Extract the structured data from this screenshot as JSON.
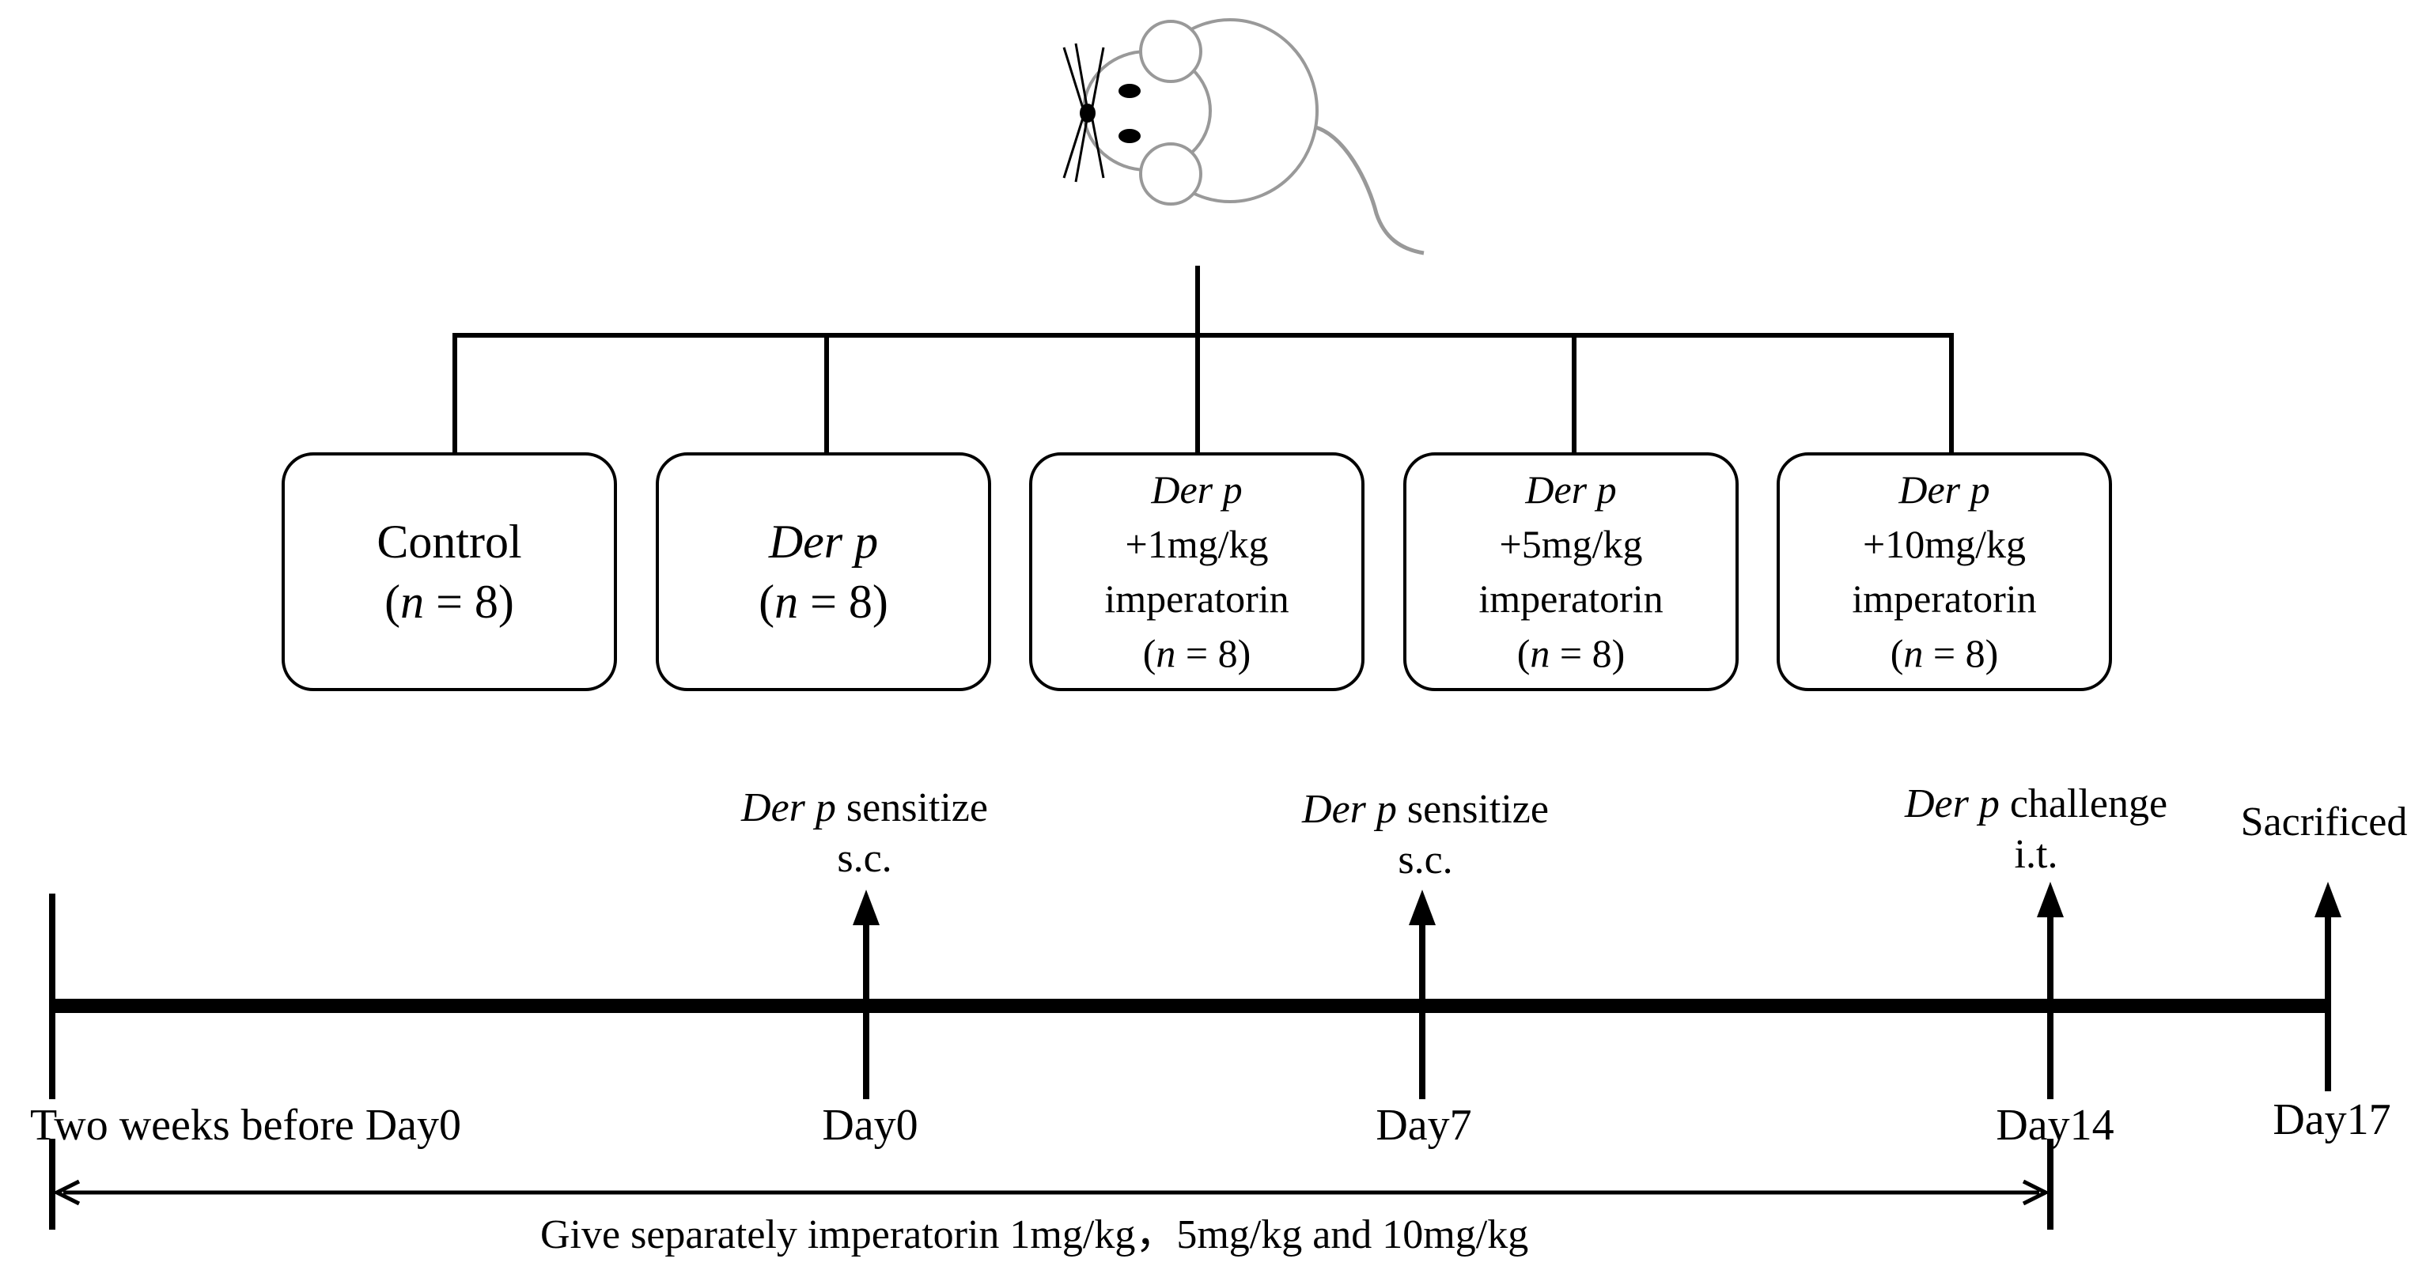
{
  "groups": [
    {
      "italic": "",
      "line": "Control",
      "n_label": "n",
      "n_value": "= 8"
    },
    {
      "italic": "Der p",
      "line": "",
      "n_label": "n",
      "n_value": "= 8"
    },
    {
      "italic": "Der p",
      "line": "+1mg/kg",
      "line2": "imperatorin",
      "n_label": "n",
      "n_value": "= 8"
    },
    {
      "italic": "Der p",
      "line": "+5mg/kg",
      "line2": "imperatorin",
      "n_label": "n",
      "n_value": "= 8"
    },
    {
      "italic": "Der p",
      "line": "+10mg/kg",
      "line2": "imperatorin",
      "n_label": "n",
      "n_value": "= 8"
    }
  ],
  "events": [
    {
      "italic": "Der p",
      "action": " sensitize",
      "route": "s.c."
    },
    {
      "italic": "Der p",
      "action": " sensitize",
      "route": "s.c."
    },
    {
      "italic": "Der p",
      "action": " challenge",
      "route": "i.t."
    },
    {
      "italic": "",
      "action": "Sacrificed",
      "route": ""
    }
  ],
  "timeline_labels": [
    "Two weeks before Day0",
    "Day0",
    "Day7",
    "Day14",
    "Day17"
  ],
  "treatment_note": "Give separately imperatorin 1mg/kg，5mg/kg  and 10mg/kg",
  "colors": {
    "line": "#000000",
    "mouse_outline": "#999999",
    "mouse_fill": "#ffffff"
  },
  "icons": [
    "mouse-icon",
    "arrow-up-icon",
    "double-arrow-icon"
  ]
}
